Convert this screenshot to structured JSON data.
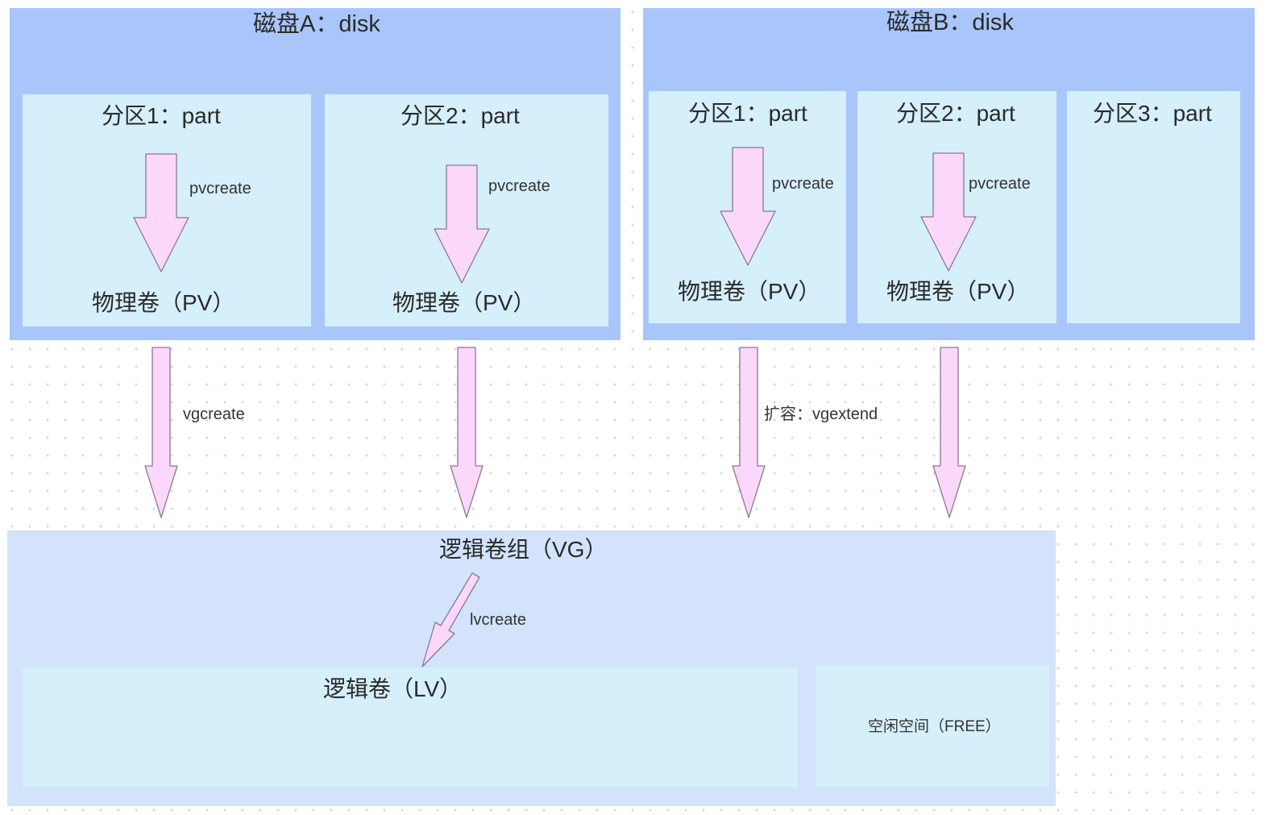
{
  "disk_a": {
    "title": "磁盘A：disk",
    "partitions": [
      {
        "title": "分区1：part",
        "arrow_label": "pvcreate",
        "pv": "物理卷（PV）"
      },
      {
        "title": "分区2：part",
        "arrow_label": "pvcreate",
        "pv": "物理卷（PV）"
      }
    ]
  },
  "disk_b": {
    "title": "磁盘B：disk",
    "partitions": [
      {
        "title": "分区1：part",
        "arrow_label": "pvcreate",
        "pv": "物理卷（PV）"
      },
      {
        "title": "分区2：part",
        "arrow_label": "pvcreate",
        "pv": "物理卷（PV）"
      },
      {
        "title": "分区3：part"
      }
    ]
  },
  "vg_arrows": {
    "vgcreate": "vgcreate",
    "vgextend": "扩容：vgextend"
  },
  "vg": {
    "title": "逻辑卷组（VG）",
    "arrow_label": "lvcreate",
    "lv": "逻辑卷（LV）",
    "free": "空闲空间（FREE）"
  },
  "colors": {
    "disk": "#a9c6fb",
    "partition": "#d5effb",
    "vg": "#d2e3fb",
    "arrow_fill": "#fbd7fb",
    "arrow_stroke": "#8a7a8a"
  }
}
